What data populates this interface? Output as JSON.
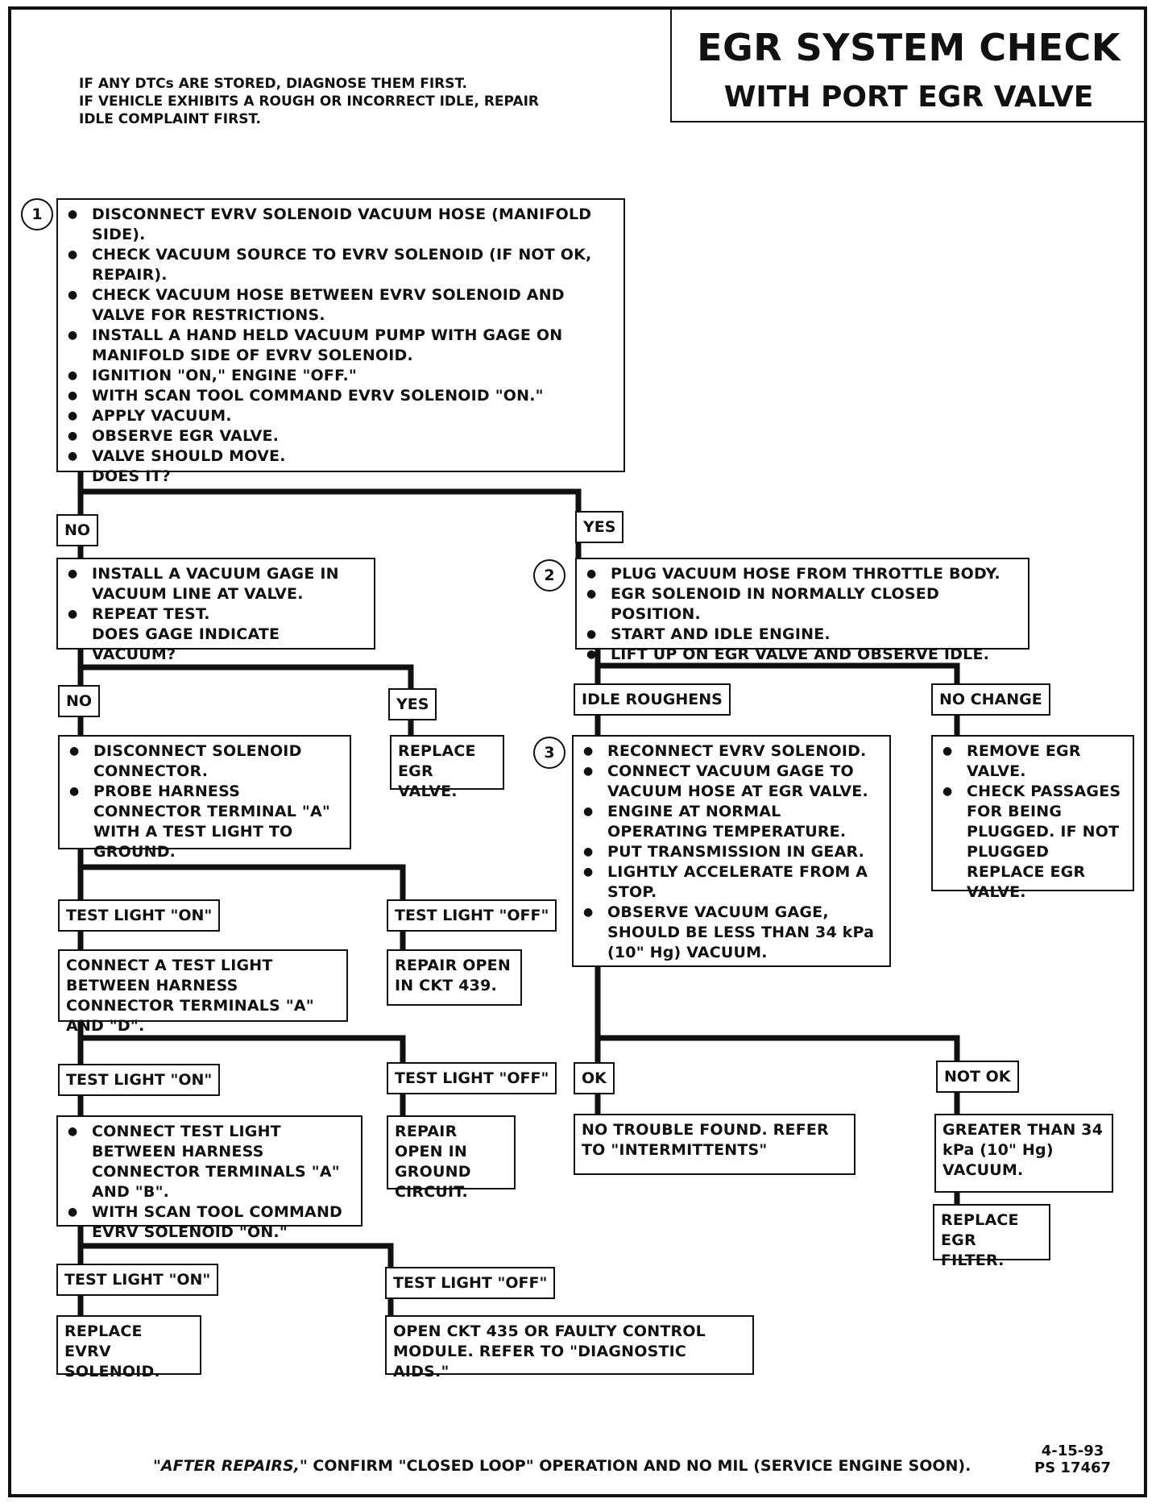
{
  "title": {
    "line1": "EGR SYSTEM CHECK",
    "line2": "WITH PORT EGR VALVE"
  },
  "pre_notes": [
    "IF ANY DTCs ARE STORED, DIAGNOSE THEM FIRST.",
    "IF VEHICLE EXHIBITS A ROUGH OR INCORRECT IDLE, REPAIR",
    "IDLE COMPLAINT FIRST."
  ],
  "steps": {
    "s1": {
      "number": "1",
      "bullets": [
        "DISCONNECT EVRV SOLENOID VACUUM HOSE (MANIFOLD SIDE).",
        "CHECK VACUUM SOURCE TO EVRV SOLENOID (IF NOT OK, REPAIR).",
        "CHECK VACUUM HOSE BETWEEN EVRV SOLENOID AND VALVE FOR RESTRICTIONS.",
        "INSTALL A HAND HELD VACUUM PUMP WITH GAGE ON MANIFOLD SIDE OF EVRV SOLENOID.",
        "IGNITION \"ON,\" ENGINE \"OFF.\"",
        "WITH SCAN TOOL COMMAND EVRV SOLENOID \"ON.\"",
        "APPLY VACUUM.",
        "OBSERVE EGR VALVE.",
        "VALVE SHOULD MOVE."
      ],
      "question": "DOES IT?"
    },
    "s1_no": {
      "bullets": [
        "INSTALL A VACUUM GAGE IN VACUUM LINE AT VALVE.",
        "REPEAT TEST."
      ],
      "question": "DOES GAGE INDICATE VACUUM?"
    },
    "s1_no_no": {
      "bullets": [
        "DISCONNECT SOLENOID CONNECTOR.",
        "PROBE HARNESS CONNECTOR TERMINAL \"A\" WITH A TEST LIGHT TO GROUND."
      ]
    },
    "s1_no_yes": {
      "text": "REPLACE EGR VALVE."
    },
    "tl1_on": {
      "text": "CONNECT A TEST LIGHT BETWEEN HARNESS CONNECTOR TERMINALS \"A\" AND \"D\"."
    },
    "tl1_off": {
      "text": "REPAIR OPEN IN CKT 439."
    },
    "tl2_on": {
      "bullets": [
        "CONNECT TEST LIGHT BETWEEN HARNESS CONNECTOR TERMINALS \"A\" AND \"B\".",
        "WITH SCAN TOOL COMMAND EVRV SOLENOID \"ON.\""
      ]
    },
    "tl2_off": {
      "text": "REPAIR OPEN IN GROUND CIRCUIT."
    },
    "tl3_on": {
      "text": "REPLACE EVRV SOLENOID."
    },
    "tl3_off": {
      "text": "OPEN CKT 435 OR FAULTY CONTROL MODULE. REFER TO \"DIAGNOSTIC AIDS.\""
    },
    "s2": {
      "number": "2",
      "bullets": [
        "PLUG VACUUM HOSE FROM THROTTLE BODY.",
        "EGR SOLENOID IN NORMALLY CLOSED POSITION.",
        "START AND IDLE ENGINE.",
        "LIFT UP ON EGR VALVE AND OBSERVE IDLE."
      ]
    },
    "s3": {
      "number": "3",
      "bullets": [
        "RECONNECT EVRV SOLENOID.",
        "CONNECT VACUUM GAGE TO VACUUM HOSE AT EGR VALVE.",
        "ENGINE AT NORMAL OPERATING TEMPERATURE.",
        "PUT TRANSMISSION IN GEAR.",
        "LIGHTLY ACCELERATE FROM A STOP.",
        "OBSERVE VACUUM GAGE, SHOULD BE LESS THAN 34 kPa (10\" Hg) VACUUM."
      ]
    },
    "no_change": {
      "bullets": [
        "REMOVE EGR VALVE.",
        "CHECK PASSAGES FOR BEING PLUGGED. IF NOT PLUGGED REPLACE EGR VALVE."
      ]
    },
    "ok": {
      "text": "NO TROUBLE FOUND. REFER TO \"INTERMITTENTS\""
    },
    "not_ok": {
      "text": "GREATER THAN 34 kPa (10\" Hg) VACUUM."
    },
    "replace_filter": {
      "text": "REPLACE EGR FILTER."
    }
  },
  "labels": {
    "no": "NO",
    "yes": "YES",
    "idle_roughens": "IDLE ROUGHENS",
    "no_change": "NO CHANGE",
    "test_light_on": "TEST LIGHT \"ON\"",
    "test_light_off": "TEST LIGHT \"OFF\"",
    "ok": "OK",
    "not_ok": "NOT OK"
  },
  "footer": {
    "after_repairs": "\"AFTER REPAIRS,\"",
    "confirm": " CONFIRM \"CLOSED LOOP\" OPERATION AND NO MIL (SERVICE ENGINE SOON).",
    "date": "4-15-93",
    "ps": "PS 17467"
  }
}
